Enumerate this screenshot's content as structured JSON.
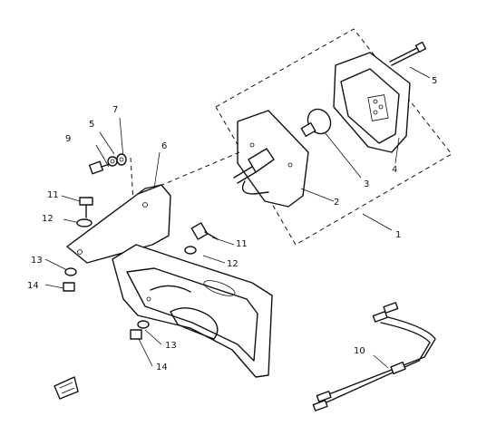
{
  "callouts": {
    "n1": "1",
    "n2": "2",
    "n3": "3",
    "n4": "4",
    "n5_top": "5",
    "n5_left": "5",
    "n6": "6",
    "n7": "7",
    "n9": "9",
    "n10": "10",
    "n11_left": "11",
    "n11_right": "11",
    "n12_left": "12",
    "n12_right": "12",
    "n13_left": "13",
    "n13_bottom": "13",
    "n14_left": "14",
    "n14_bottom": "14"
  }
}
